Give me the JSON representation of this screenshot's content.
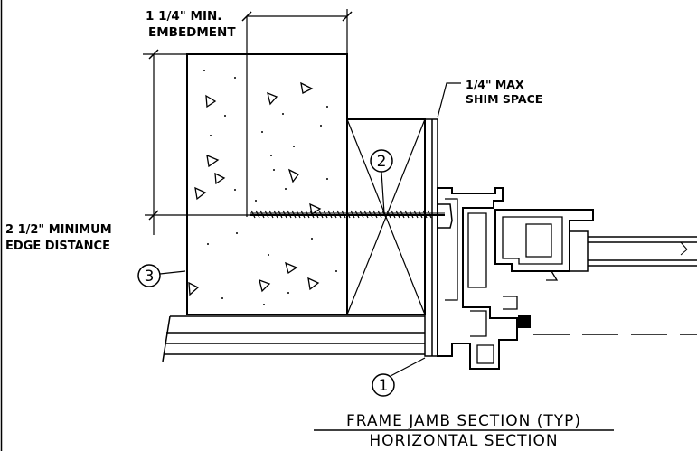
{
  "labels": {
    "embed_line1": "1 1/4\" MIN.",
    "embed_line2": "EMBEDMENT",
    "shim_line1": "1/4\" MAX",
    "shim_line2": "SHIM SPACE",
    "edge_line1": "2 1/2\" MINIMUM",
    "edge_line2": "EDGE DISTANCE"
  },
  "callouts": [
    "1",
    "2",
    "3"
  ],
  "title": {
    "main": "FRAME JAMB SECTION (TYP)",
    "sub": "HORIZONTAL SECTION"
  }
}
